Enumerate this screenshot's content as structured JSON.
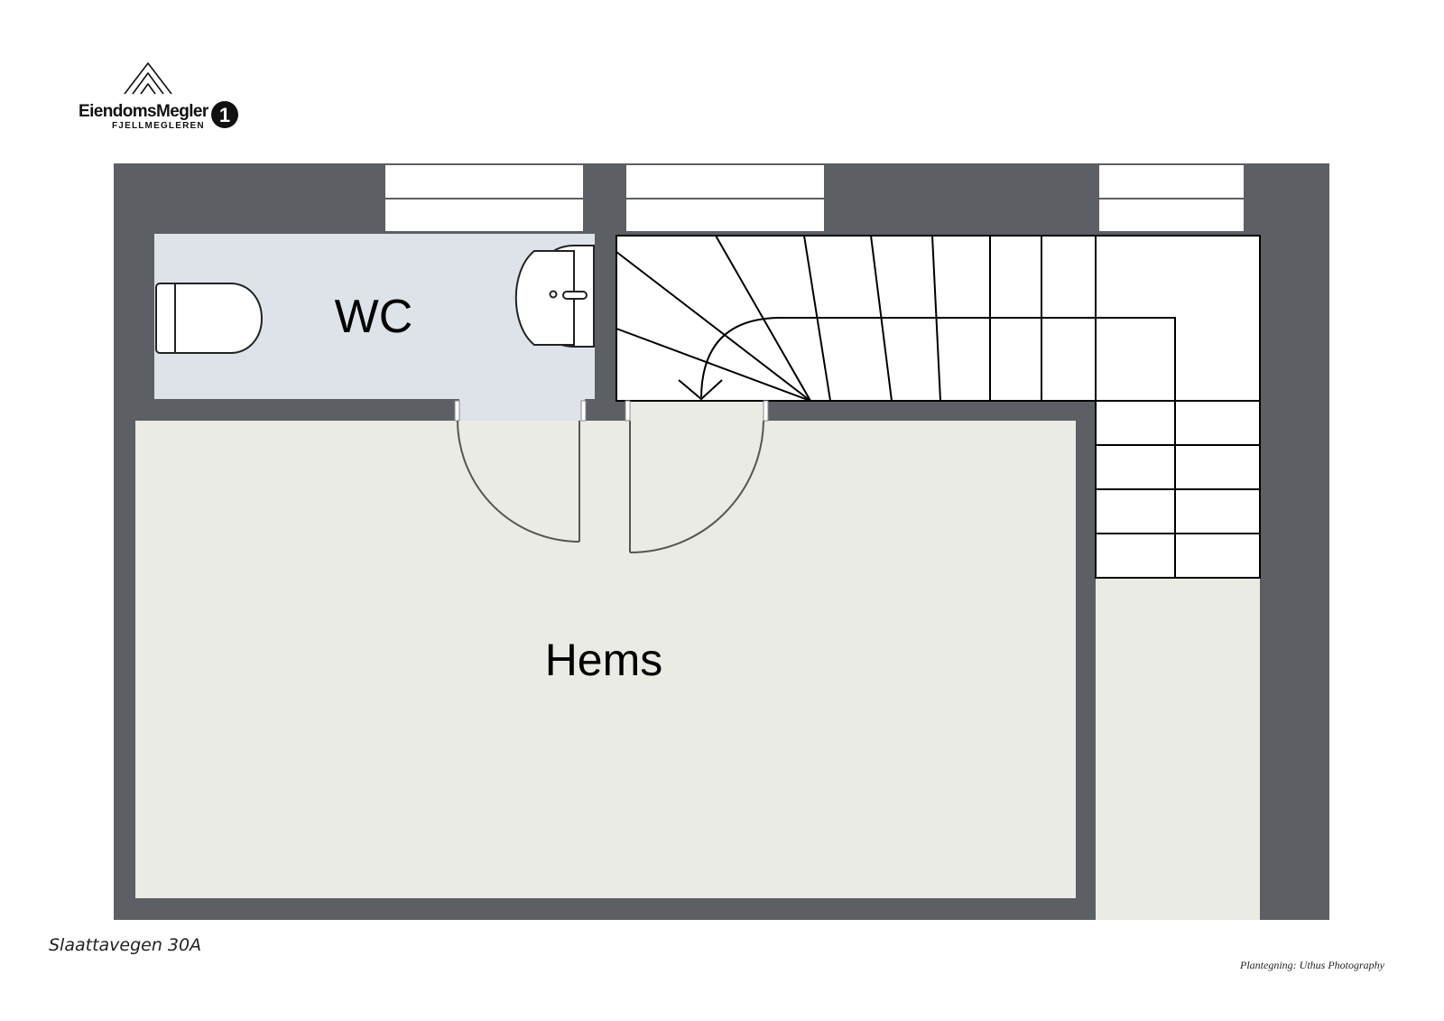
{
  "logo": {
    "name": "EiendomsMegler",
    "badge": "1",
    "subtitle": "FJELLMEGLEREN"
  },
  "rooms": {
    "wc": "WC",
    "hems": "Hems"
  },
  "footer": {
    "address": "Slaattavegen 30A",
    "credit": "Plantegning: Uthus Photography"
  },
  "colors": {
    "wall": "#5c5f64",
    "wc_floor": "#dde3e9",
    "hems_floor": "#ebebe5",
    "stairs": "#ffffff",
    "lines": "#000000"
  }
}
